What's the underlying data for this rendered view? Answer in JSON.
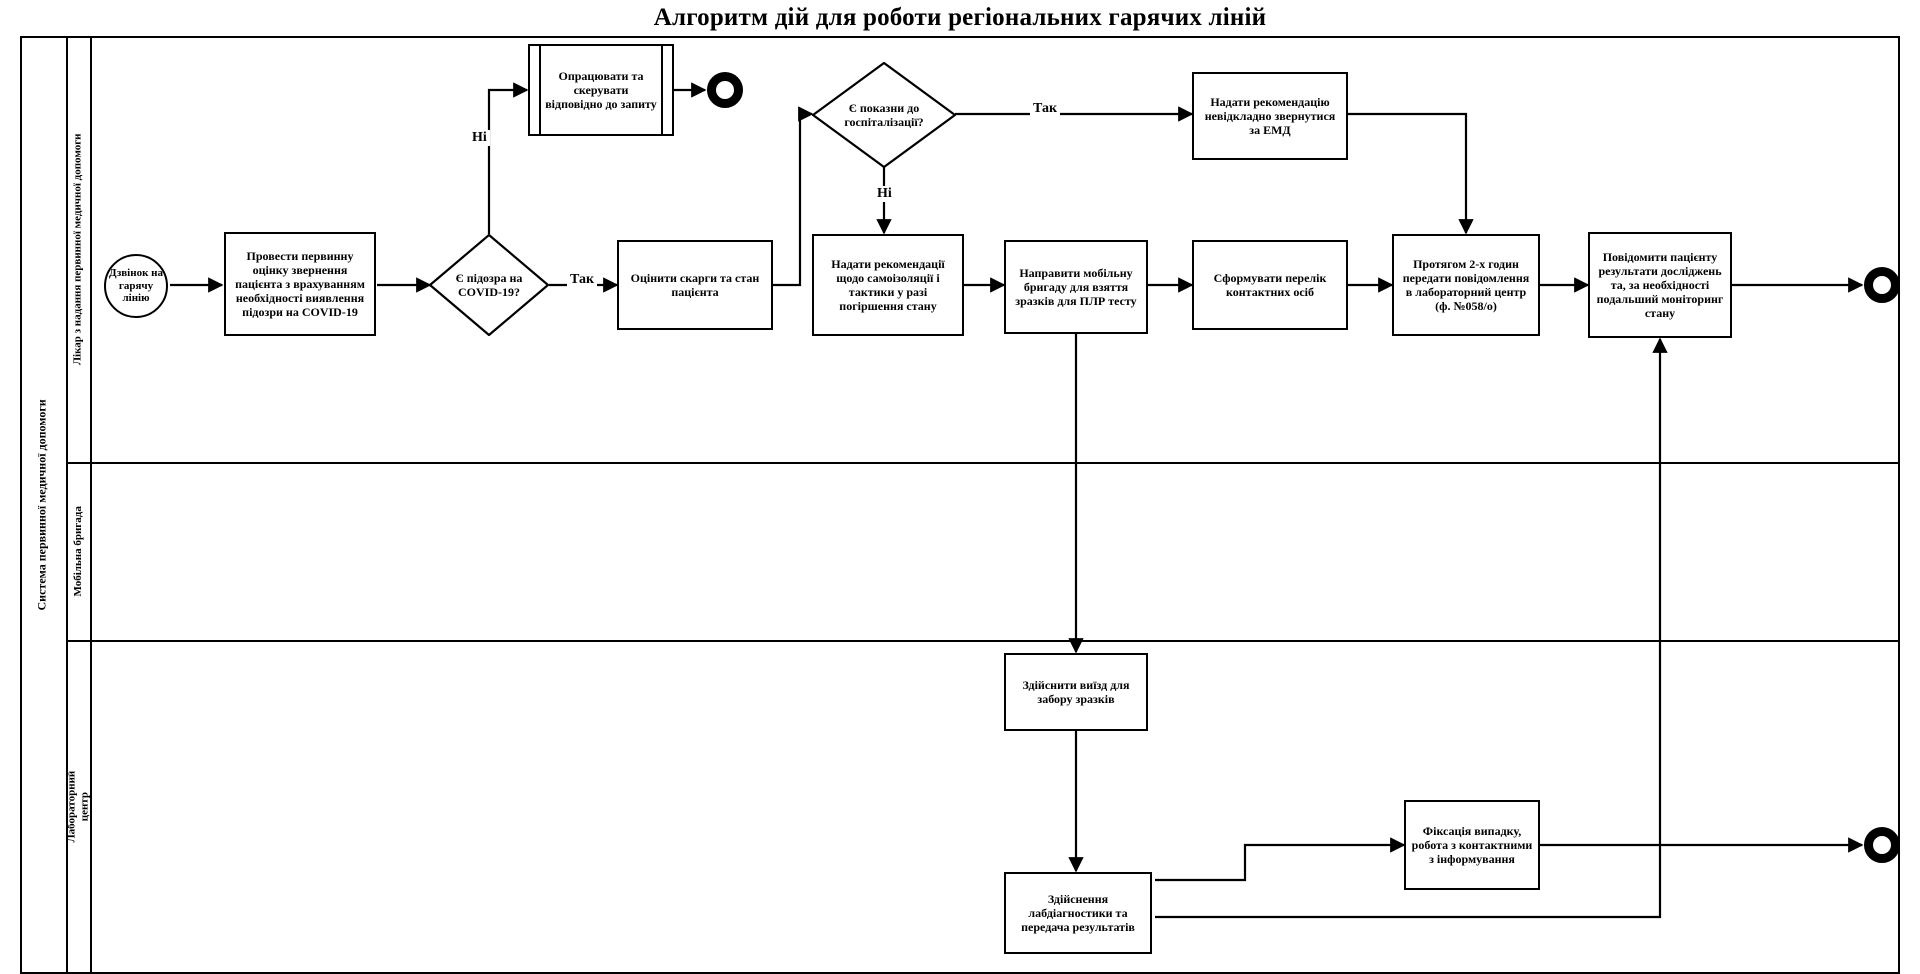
{
  "title": "Алгоритм дій для роботи регіональних гарячих ліній",
  "pool": {
    "label": "Система первинної медичної допомоги"
  },
  "lanes": [
    {
      "id": "lane-doctor",
      "label": "Лікар з надання первинної медичної допомоги"
    },
    {
      "id": "lane-mobile",
      "label": "Мобільна бригада"
    },
    {
      "id": "lane-lab",
      "label": "Лабораторний центр"
    }
  ],
  "nodes": {
    "start": {
      "name": "start-event",
      "label": "Дзвінок на гарячу лінію"
    },
    "primary_assessment": {
      "name": "primary-assessment",
      "label": "Провести первинну оцінку звернення пацієнта з врахуванням необхідності виявлення підозри на COVID-19"
    },
    "covid_decision": {
      "name": "covid-suspicion-decision",
      "label": "Є підозра на COVID-19?"
    },
    "process_request": {
      "name": "process-request-subprocess",
      "label": "Опрацювати та скерувати відповідно до запиту"
    },
    "end_request": {
      "name": "end-event-request"
    },
    "assess_complaints": {
      "name": "assess-complaints",
      "label": "Оцінити скарги та стан пацієнта"
    },
    "hospitalization_decision": {
      "name": "hospitalization-decision",
      "label": "Є показни до госпіталізації?"
    },
    "emd_recommendation": {
      "name": "emd-recommendation",
      "label": "Надати рекомендацію невідкладно звернутися за ЕМД"
    },
    "self_isolation": {
      "name": "self-isolation-recommendation",
      "label": "Надати рекомендації щодо самоізоляції і тактики у разі погіршення стану"
    },
    "dispatch_mobile": {
      "name": "dispatch-mobile-team",
      "label": "Направити мобільну бригаду для взяття зразків для ПЛР тесту"
    },
    "contact_list": {
      "name": "contact-list",
      "label": "Сформувати перелік контактних осіб"
    },
    "notify_lab": {
      "name": "notify-lab-center",
      "label": "Протягом 2-х годин передати повідомлення в лабораторний центр (ф. №058/о)"
    },
    "notify_patient": {
      "name": "notify-patient-results",
      "label": "Повідомити пацієнту результати досліджень та, за необхідності подальший моніторинг стану"
    },
    "end_patient": {
      "name": "end-event-patient"
    },
    "sample_collection": {
      "name": "sample-collection-trip",
      "label": "Здійснити виїзд для забору зразків"
    },
    "lab_diagnostics": {
      "name": "lab-diagnostics",
      "label": "Здійснення лабдіагностики та передача результатів"
    },
    "case_registration": {
      "name": "case-registration",
      "label": "Фіксація випадку, робота з контактними з інформування"
    },
    "end_lab": {
      "name": "end-event-lab"
    }
  },
  "edge_labels": {
    "covid_no": "Ні",
    "covid_yes": "Так",
    "hosp_yes": "Так",
    "hosp_no": "Ні"
  },
  "colors": {
    "stroke": "#000000",
    "background": "#ffffff"
  }
}
